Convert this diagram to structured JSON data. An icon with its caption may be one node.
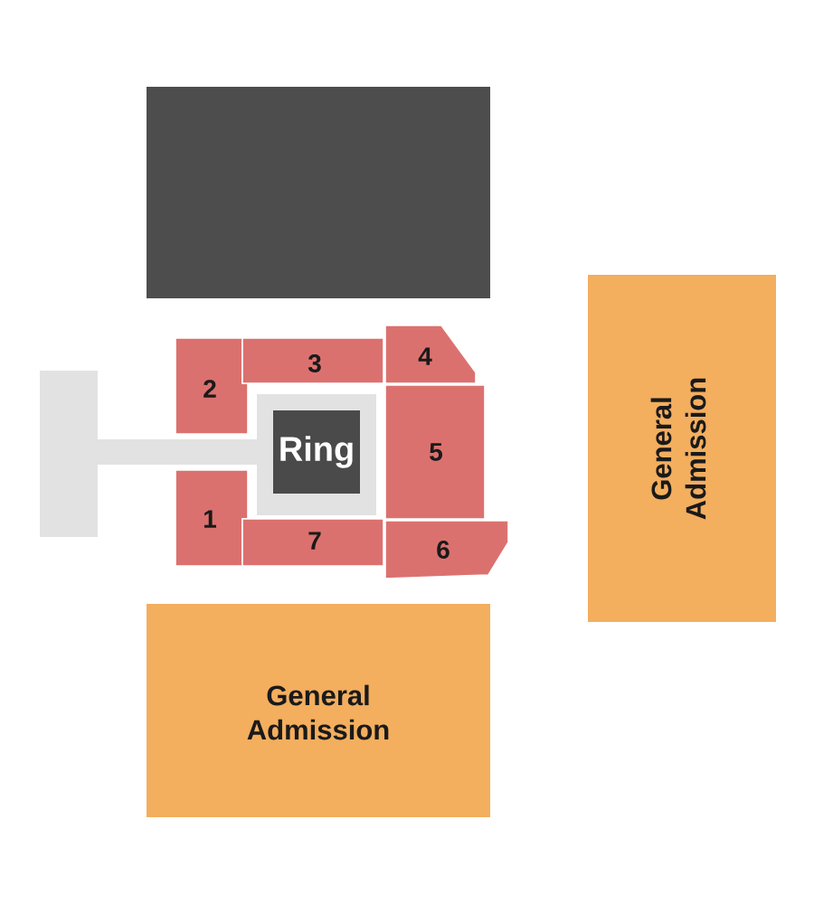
{
  "diagram": {
    "nodes": [
      {
        "text": [],
        "shape": "box"
      },
      {
        "text": [
          "General Admission"
        ]
      },
      {
        "text": [
          "4"
        ]
      },
      {
        "text": [
          "2"
        ]
      },
      {
        "text": [
          "3"
        ]
      },
      {
        "text": [],
        "shape": "bar"
      },
      {
        "text": [],
        "shape": "box"
      },
      {
        "text": [
          "Ring"
        ],
        "in": 6
      },
      {
        "text": [
          "5"
        ]
      },
      {
        "text": [
          "1"
        ]
      },
      {
        "text": [
          "7"
        ]
      },
      {
        "text": [
          "6"
        ]
      },
      {
        "text": [
          "General Admission"
        ]
      }
    ]
  }
}
